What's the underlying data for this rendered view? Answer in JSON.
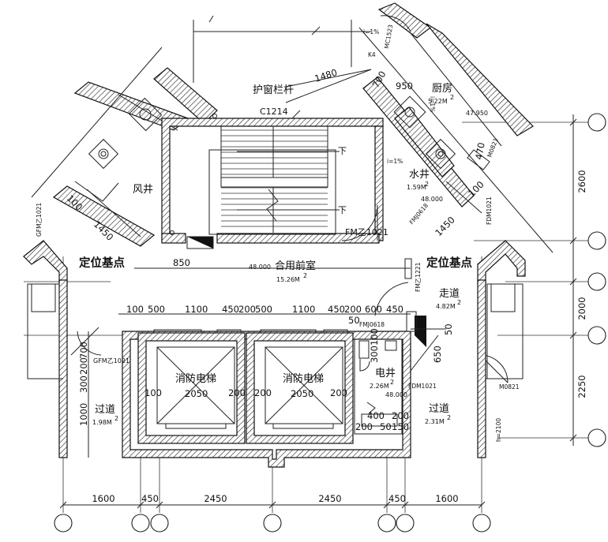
{
  "rooms": {
    "front_room": {
      "name": "合用前室",
      "area": "15.26M",
      "sup": "2",
      "elev": "48.000"
    },
    "wind_shaft": {
      "name": "风井"
    },
    "kitchen": {
      "name": "厨房",
      "area": "5.22M",
      "sup": "2",
      "elev": "47.950"
    },
    "water_shaft": {
      "name": "水井",
      "area": "1.59M",
      "sup": "2",
      "elev": "48.000"
    },
    "corridor": {
      "name": "走道",
      "area": "4.82M",
      "sup": "2"
    },
    "elec_shaft": {
      "name": "电井",
      "area": "2.26M",
      "sup": "2",
      "elev": "48.000"
    },
    "passage_left": {
      "name": "过道",
      "area": "1.98M",
      "sup": "2"
    },
    "passage_right": {
      "name": "过道",
      "area": "2.31M",
      "sup": "2"
    },
    "elevator_1": {
      "name": "消防电梯",
      "dim": "2050"
    },
    "elevator_2": {
      "name": "消防电梯",
      "dim": "2050"
    }
  },
  "labels": {
    "railing": "护窗栏杆",
    "reference_left": "定位基点",
    "reference_right": "定位基点",
    "stair_down_1": "下",
    "stair_down_2": "下",
    "elev_small": "48.000"
  },
  "doors": {
    "c1214": "C1214",
    "fm_front": "FM乙1021",
    "gfm_left": "GFM乙1021",
    "gfm_left2": "GFM乙1021",
    "fmj_water": "FMJ0618",
    "fdm_right": "FDM1021",
    "fm_corridor": "FM乙1221",
    "fmj_elec": "FMJ0618",
    "fdm_elec": "FDM1021",
    "m0821_right": "M0821",
    "m0821_kitchen": "M0821",
    "mc1523": "MC1523",
    "k4": "K4",
    "slope1": "i=1%",
    "slope2": "i=1%",
    "slope3": "i=1%"
  },
  "dims": {
    "top_1480": "1480",
    "k_700": "700",
    "k_950": "950",
    "k_470": "470",
    "l_100": "100",
    "l_1450": "1450",
    "r_100": "100",
    "r_1450": "1450",
    "d_850": "850",
    "row": [
      "100",
      "500",
      "1100",
      "450",
      "200",
      "500",
      "1100",
      "450",
      "200",
      "600",
      "450"
    ],
    "row_50": "50",
    "r_650": "650",
    "r_50": "50",
    "left_700": "700",
    "left_200": "200",
    "left_300": "300",
    "left_1000": "1000",
    "el1_100": "100",
    "el1_200": "200",
    "el2_200": "200",
    "el2_200b": "200",
    "es_300": "300",
    "es_100": "100",
    "es_400": "400",
    "es_200a": "200",
    "es_200b": "200",
    "es_50": "50",
    "es_150": "150",
    "h2100": "h=2100",
    "bottom": [
      "1600",
      "450",
      "2450",
      "2450",
      "450",
      "1600"
    ],
    "right": [
      "2600",
      "2000",
      "2250"
    ]
  }
}
